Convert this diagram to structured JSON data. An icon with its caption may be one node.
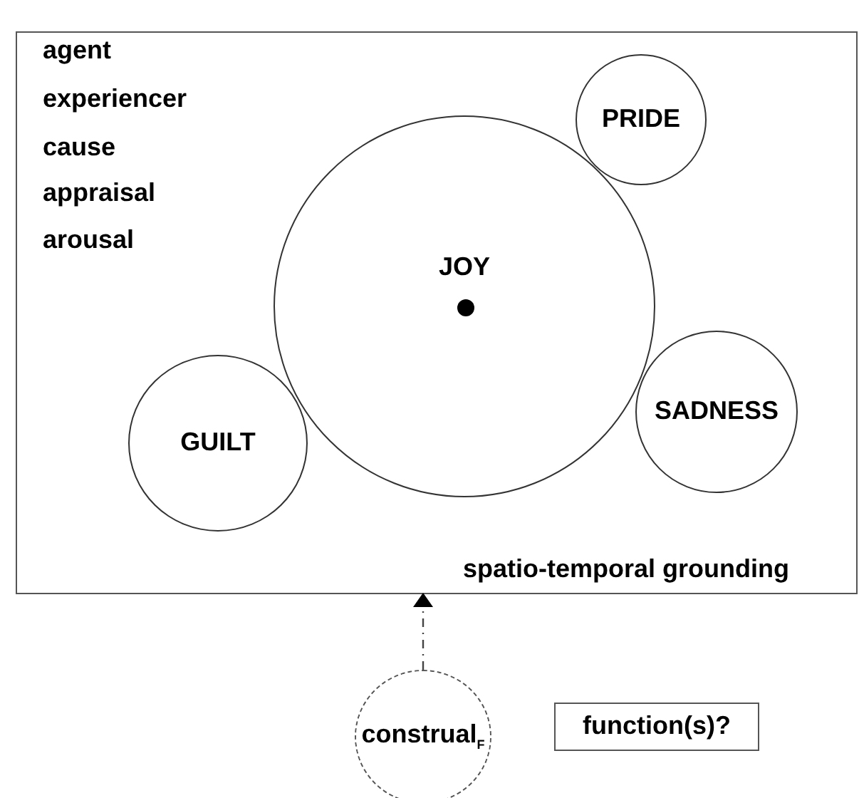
{
  "diagram": {
    "nodes": [
      {
        "text": [
          "agent",
          "experiencer",
          "cause",
          "appraisal",
          "arousal",
          "spatio-temporal grounding"
        ]
      },
      {
        "text": [
          "JOY"
        ],
        "in": 0
      },
      {
        "text": [
          "PRIDE"
        ],
        "in": 0
      },
      {
        "text": [
          "GUILT"
        ],
        "in": 0
      },
      {
        "text": [
          "SADNESS"
        ],
        "in": 0
      },
      {
        "text": [
          "construal$_{F}$"
        ]
      },
      {
        "text": [
          "function(s)?"
        ]
      }
    ],
    "edges": [
      {
        "from": 5,
        "to": 0,
        "arrow": "to",
        "style": "dashed"
      }
    ]
  }
}
